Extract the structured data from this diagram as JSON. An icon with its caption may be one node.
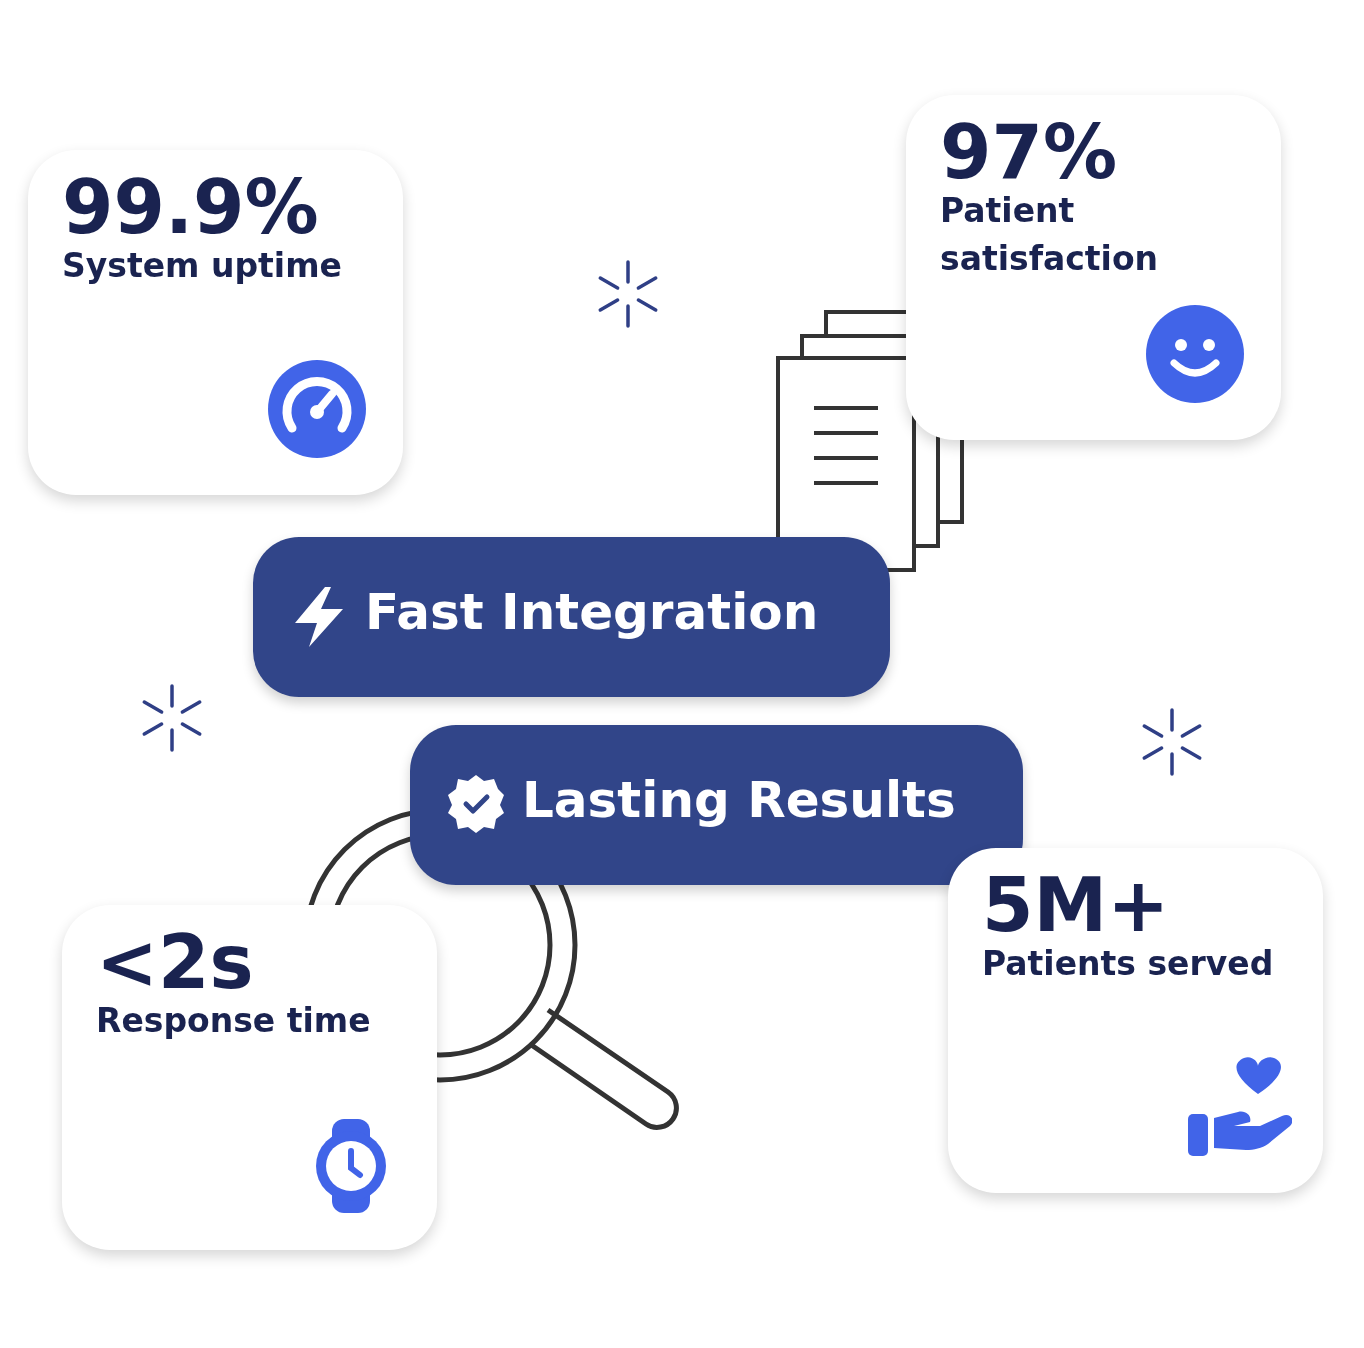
{
  "diagram": {
    "nodes": [
      {
        "text": [
          "99.9%",
          "System uptime"
        ]
      },
      {
        "text": [
          "97%",
          "Patient satisfaction"
        ]
      },
      {
        "text": [
          "Fast Integration"
        ]
      },
      {
        "text": [
          "Lasting Results"
        ]
      },
      {
        "text": [
          "<2s",
          "Response time"
        ]
      },
      {
        "text": [
          "5M+",
          "Patients served"
        ]
      }
    ]
  }
}
